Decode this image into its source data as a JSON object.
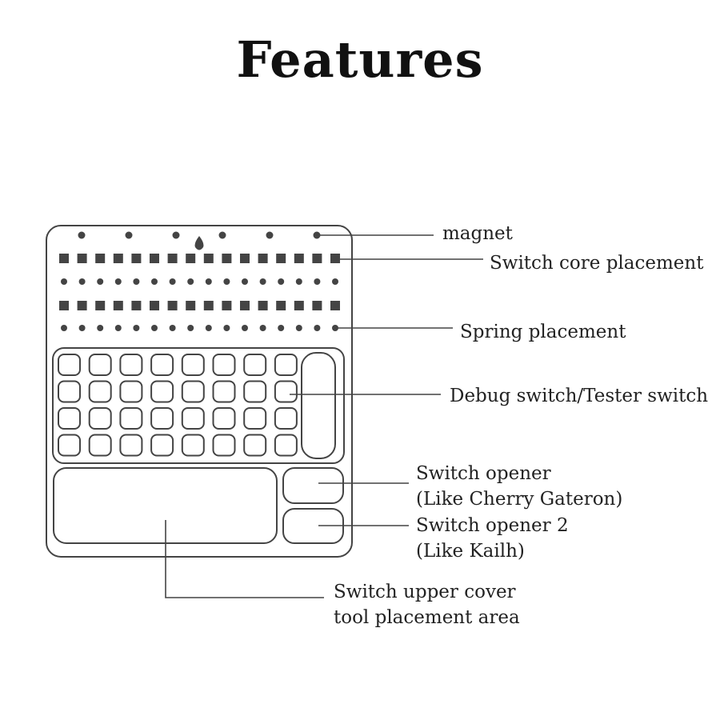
{
  "title": "Features",
  "colors": {
    "stroke": "#444444",
    "fill": "#444444",
    "text": "#222222"
  },
  "labels": {
    "magnet": "magnet",
    "switch_core": "Switch core placement",
    "spring": "Spring placement",
    "debug": "Debug switch/Tester switch",
    "opener_line1": "Switch opener",
    "opener_line2": "(Like Cherry Gateron)",
    "opener2_line1": "Switch opener 2",
    "opener2_line2": "(Like Kailh)",
    "cover_line1": "Switch upper cover",
    "cover_line2": "tool placement area"
  }
}
